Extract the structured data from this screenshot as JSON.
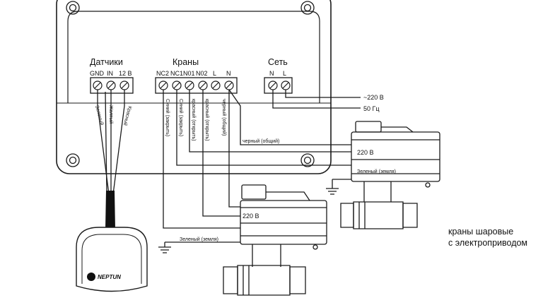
{
  "groups": {
    "sensors": "Датчики",
    "valves": "Краны",
    "network": "Сеть"
  },
  "terminals": {
    "sensors": [
      "GND",
      "IN",
      "12 В"
    ],
    "valves": [
      "NC2",
      "NC1",
      "N01",
      "N02",
      "L",
      "N"
    ],
    "network": [
      "N",
      "L"
    ]
  },
  "sensor_wires": [
    "Зеленый",
    "Желтый",
    "Красный"
  ],
  "valve_wires": [
    "Синий (закрыть)",
    "Синий (закрыть)",
    "красный (открыть)",
    "красный (открыть)",
    "черный (общий)"
  ],
  "power": {
    "voltage": "~220 В",
    "frequency": "50 Гц"
  },
  "valve_right": {
    "common": "черный (общий)",
    "voltage": "220 В",
    "ground": "Зеленый (земля)"
  },
  "valve_left": {
    "voltage": "220 В",
    "ground": "Зеленый (земля)"
  },
  "sensor_brand": "NEPTUN",
  "caption": [
    "краны шаровые",
    "с электроприводом"
  ]
}
